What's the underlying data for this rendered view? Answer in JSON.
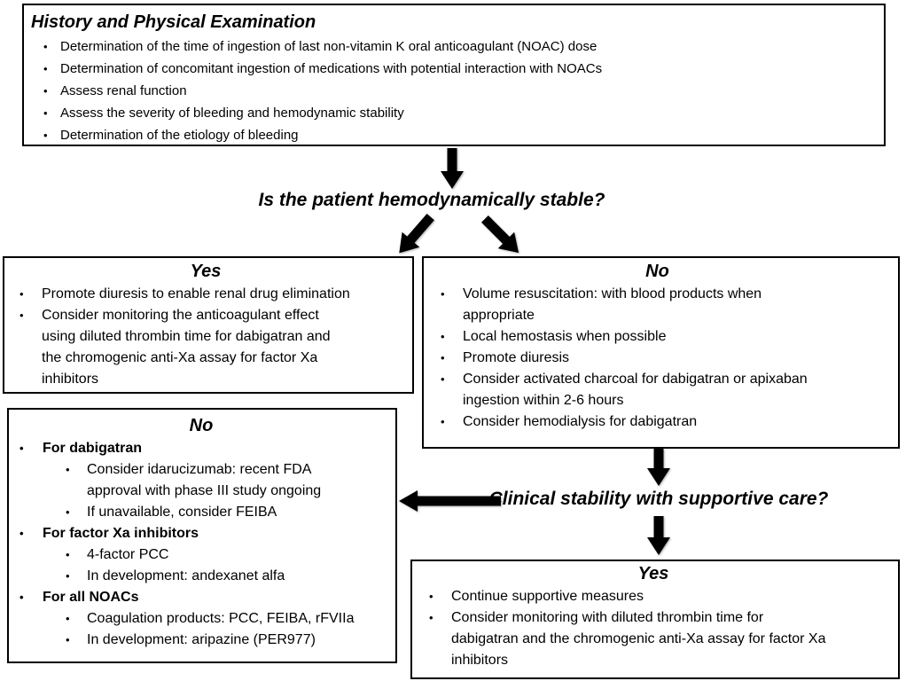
{
  "colors": {
    "background": "#ffffff",
    "border": "#000000",
    "text": "#000000",
    "arrow": "#000000"
  },
  "history": {
    "title": "History and Physical Examination",
    "bullets": [
      "Determination of the time of ingestion of last non-vitamin K oral anticoagulant (NOAC) dose",
      "Determination of concomitant ingestion of medications with potential interaction with NOACs",
      "Assess renal function",
      "Assess the severity of bleeding and hemodynamic stability",
      "Determination of the etiology of bleeding"
    ]
  },
  "question1": {
    "text": "Is the patient hemodynamically stable?"
  },
  "stable_yes": {
    "title": "Yes",
    "bullets": [
      "Promote diuresis to enable renal drug elimination",
      "Consider monitoring the anticoagulant effect\nusing diluted thrombin time for dabigatran and\nthe chromogenic anti-Xa assay for factor Xa\ninhibitors"
    ]
  },
  "stable_no": {
    "title": "No",
    "bullets": [
      "Volume resuscitation: with blood products when\nappropriate",
      "Local hemostasis when possible",
      "Promote diuresis",
      "Consider activated charcoal for dabigatran or apixaban\ningestion within 2-6 hours",
      "Consider hemodialysis for dabigatran"
    ]
  },
  "question2": {
    "text": "Clinical stability with supportive care?"
  },
  "supportive_no": {
    "title": "No",
    "groups": [
      {
        "label": "For dabigatran",
        "items": [
          "Consider idarucizumab: recent FDA\napproval with phase III study ongoing",
          "If unavailable, consider FEIBA"
        ]
      },
      {
        "label": "For factor Xa inhibitors",
        "items": [
          "4-factor PCC",
          "In development: andexanet alfa"
        ]
      },
      {
        "label": "For all NOACs",
        "items": [
          "Coagulation products: PCC, FEIBA, rFVIIa",
          "In development: aripazine (PER977)"
        ]
      }
    ]
  },
  "supportive_yes": {
    "title": "Yes",
    "bullets": [
      "Continue supportive measures",
      "Consider monitoring with diluted thrombin time for\ndabigatran and the chromogenic anti-Xa assay for factor Xa\ninhibitors"
    ]
  }
}
